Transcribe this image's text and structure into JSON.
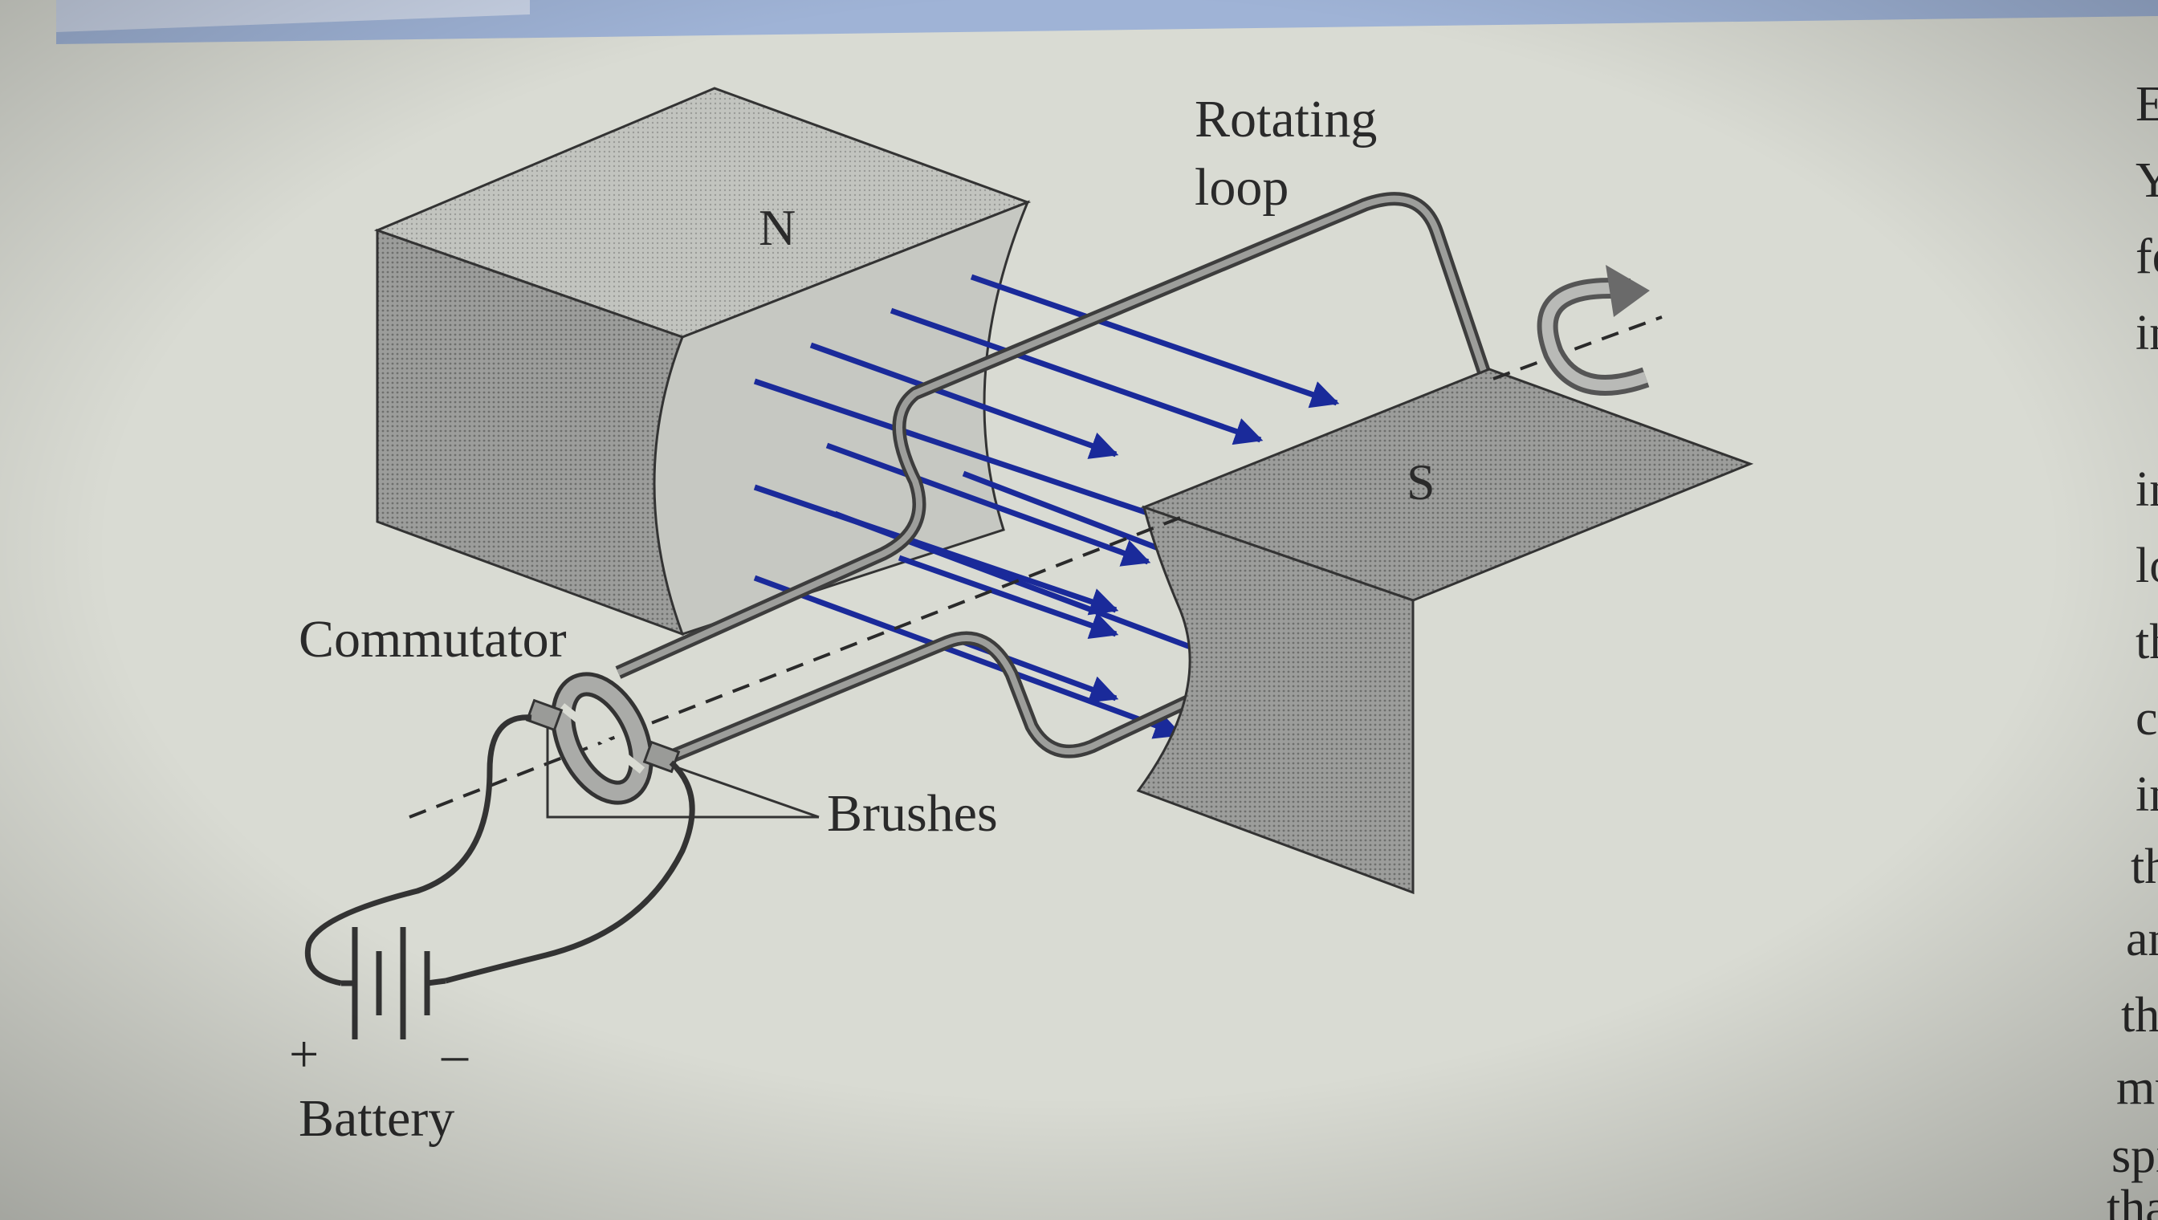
{
  "diagram": {
    "labels": {
      "north_pole": "N",
      "south_pole": "S",
      "rotating_loop_line1": "Rotating",
      "rotating_loop_line2": "loop",
      "commutator": "Commutator",
      "brushes": "Brushes",
      "battery": "Battery",
      "plus": "+",
      "minus": "–"
    },
    "field_line_count": 11
  },
  "page_edge_text": [
    "E",
    "Y",
    "fe",
    "in",
    "in",
    "lo",
    "th",
    "cu",
    "in",
    "the",
    "an",
    "the",
    "mu",
    "spi",
    "tha"
  ],
  "colors": {
    "paper": "#d9dbd3",
    "field_arrows": "#1a2a9a",
    "magnet_face": "#8f9090",
    "magnet_top": "#b3b4b1",
    "magnet_pole_face": "#c6c8c2",
    "wire": "#555555",
    "ink": "#2a2a2a",
    "header_band": "#9fb3d6"
  }
}
